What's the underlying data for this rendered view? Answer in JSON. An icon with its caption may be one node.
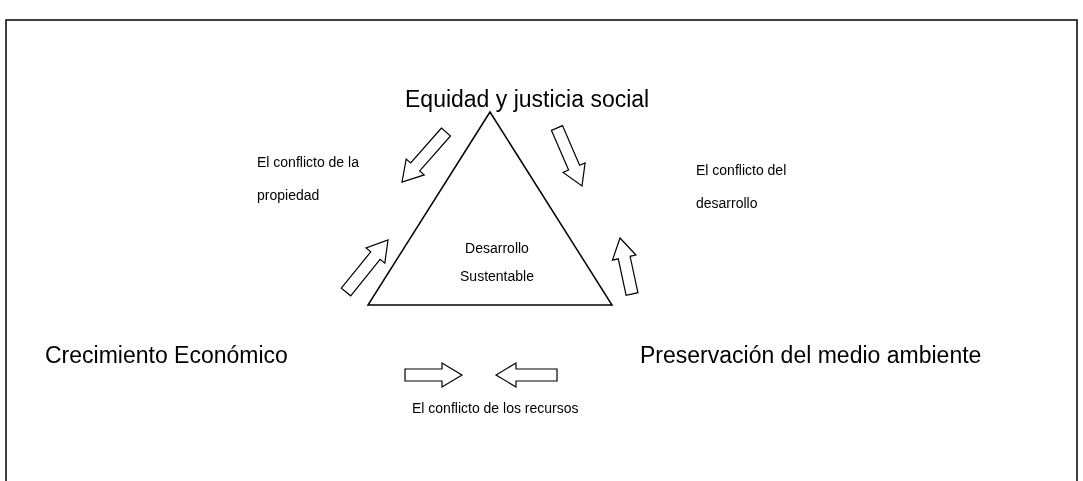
{
  "diagram": {
    "nodes": [
      {
        "text": [
          "Desarrollo Sustentable"
        ]
      }
    ],
    "labels": [
      "Equidad y justicia social",
      "El conflicto de la propiedad",
      "El conflicto del desarrollo",
      "Crecimiento Económico",
      "Preservación del medio ambiente",
      "El conflicto de los recursos"
    ]
  }
}
